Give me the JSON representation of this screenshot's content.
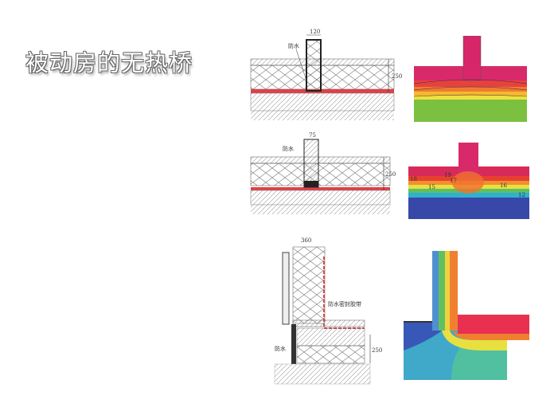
{
  "title": "被动房的无热桥",
  "details": [
    {
      "width_label": "120",
      "height_label": "250",
      "note": "防水"
    },
    {
      "width_label": "75",
      "height_label": "250",
      "note": "防水"
    },
    {
      "width_label": "360",
      "height_label": "250",
      "note": "防水",
      "tape_note": "防水密封胶带"
    }
  ],
  "thermal2": {
    "isotherms": [
      "18",
      "19",
      "17",
      "15",
      "16",
      "12"
    ]
  },
  "colors": {
    "hot": "#d8266a",
    "red": "#e83030",
    "green": "#7cc040",
    "blue": "#3848a8",
    "tape": "#e0404a"
  }
}
